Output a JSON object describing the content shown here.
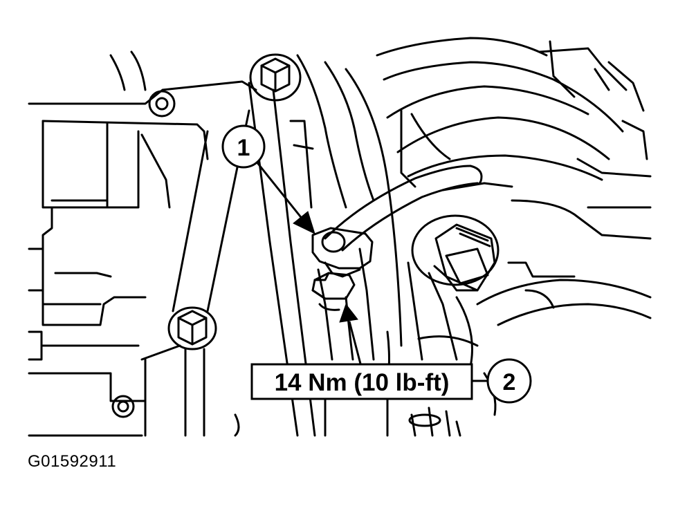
{
  "figure": {
    "figure_id": "G01592911"
  },
  "callouts": [
    {
      "number": "1"
    },
    {
      "number": "2"
    }
  ],
  "torque_spec": "14 Nm (10 lb-ft)",
  "colors": {
    "line": "#000000",
    "background": "#ffffff"
  }
}
